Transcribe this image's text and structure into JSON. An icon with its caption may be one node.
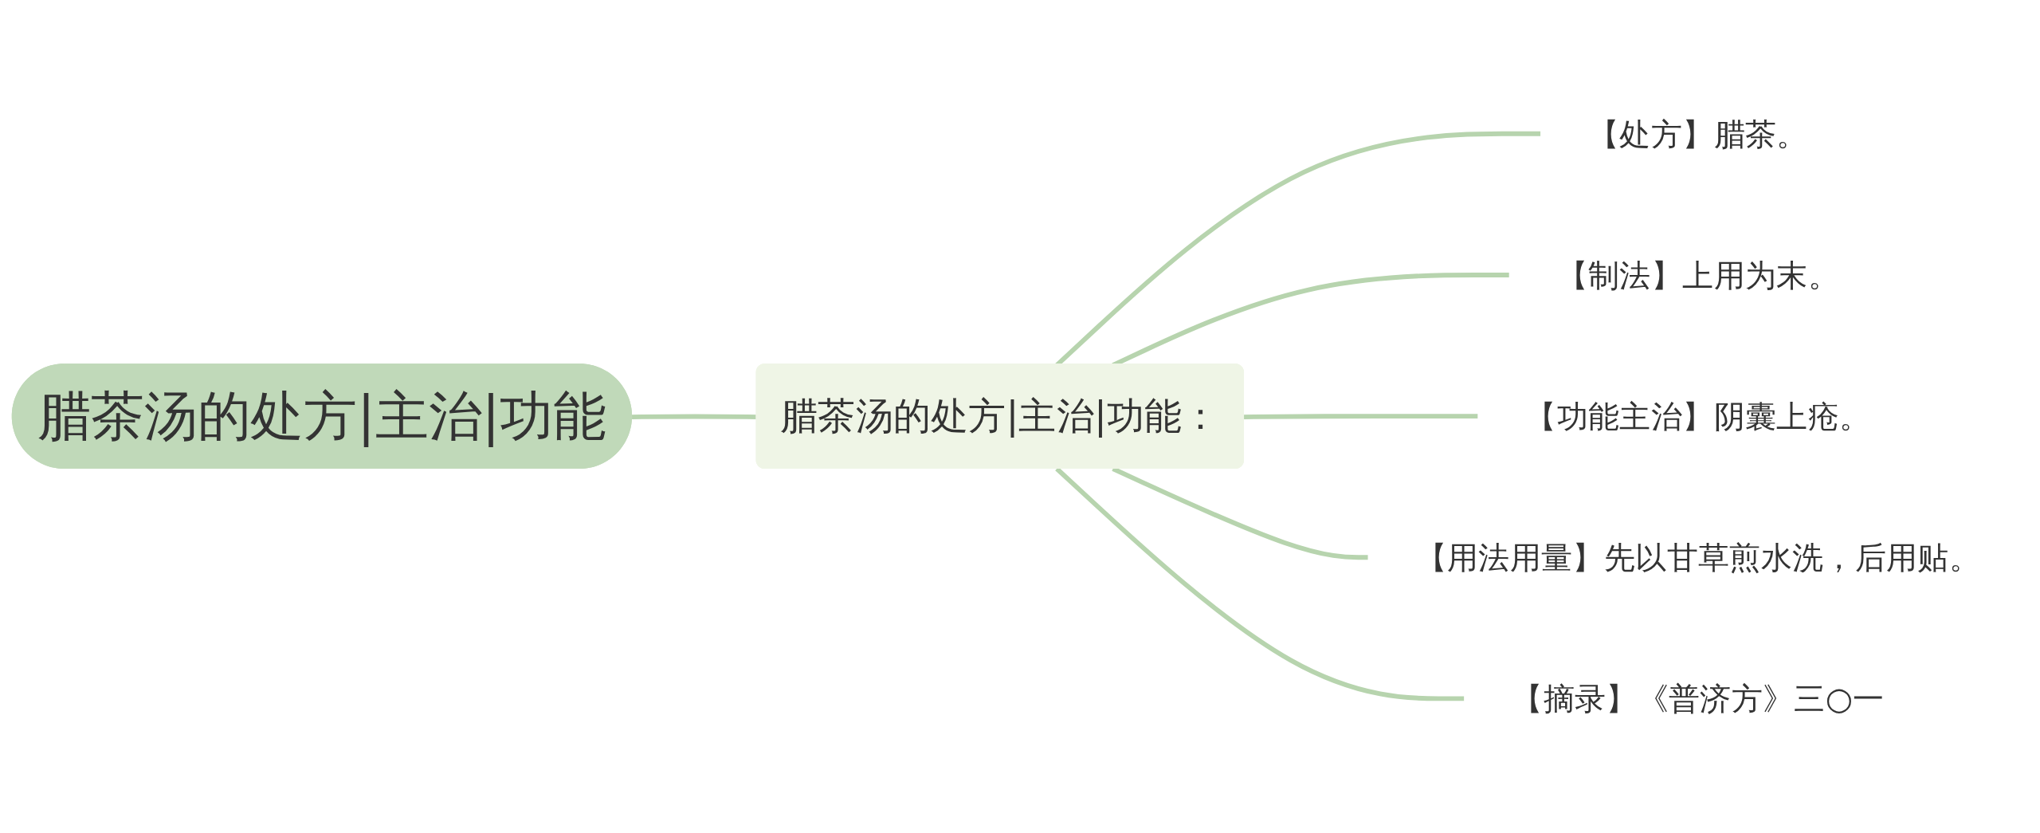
{
  "diagram": {
    "nodes": [
      {
        "text": [
          "腊茶汤的处方|主治|功能"
        ]
      },
      {
        "text": [
          "腊茶汤的处方|主治|功能："
        ]
      },
      {
        "text": [
          "【处方】腊茶。"
        ]
      },
      {
        "text": [
          "【制法】上用为末。"
        ]
      },
      {
        "text": [
          "【功能主治】阴囊上疮。"
        ]
      },
      {
        "text": [
          "【用法用量】先以甘草煎水洗，后用贴。"
        ]
      },
      {
        "text": [
          "【摘录】《普济方》三○一"
        ]
      }
    ],
    "edges": [
      {
        "from": 0,
        "to": 1,
        "arrow": "none"
      },
      {
        "from": 1,
        "to": 2,
        "arrow": "none"
      },
      {
        "from": 1,
        "to": 3,
        "arrow": "none"
      },
      {
        "from": 1,
        "to": 4,
        "arrow": "none"
      },
      {
        "from": 1,
        "to": 5,
        "arrow": "none"
      },
      {
        "from": 1,
        "to": 6,
        "arrow": "none"
      }
    ]
  }
}
